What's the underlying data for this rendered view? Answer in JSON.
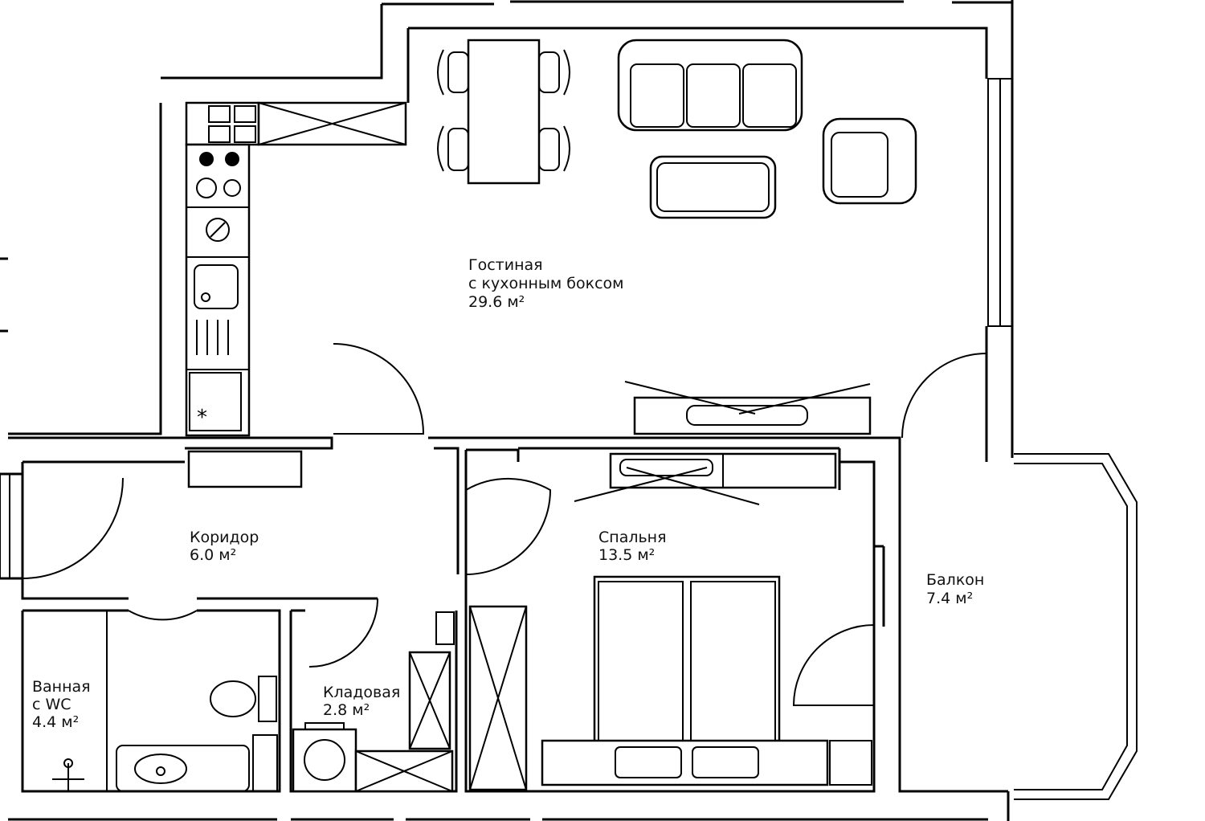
{
  "plan": {
    "rooms": [
      {
        "id": "living",
        "lines": [
          "Гостиная",
          "с кухонным боксом",
          "29.6 м²"
        ]
      },
      {
        "id": "corridor",
        "lines": [
          "Коридор",
          "6.0 м²"
        ]
      },
      {
        "id": "bedroom",
        "lines": [
          "Спальня",
          "13.5 м²"
        ]
      },
      {
        "id": "balcony",
        "lines": [
          "Балкон",
          "7.4 м²"
        ]
      },
      {
        "id": "bathroom",
        "lines": [
          "Ванная",
          "с WC",
          "4.4 м²"
        ]
      },
      {
        "id": "storage",
        "lines": [
          "Кладовая",
          "2.8 м²"
        ]
      }
    ]
  }
}
